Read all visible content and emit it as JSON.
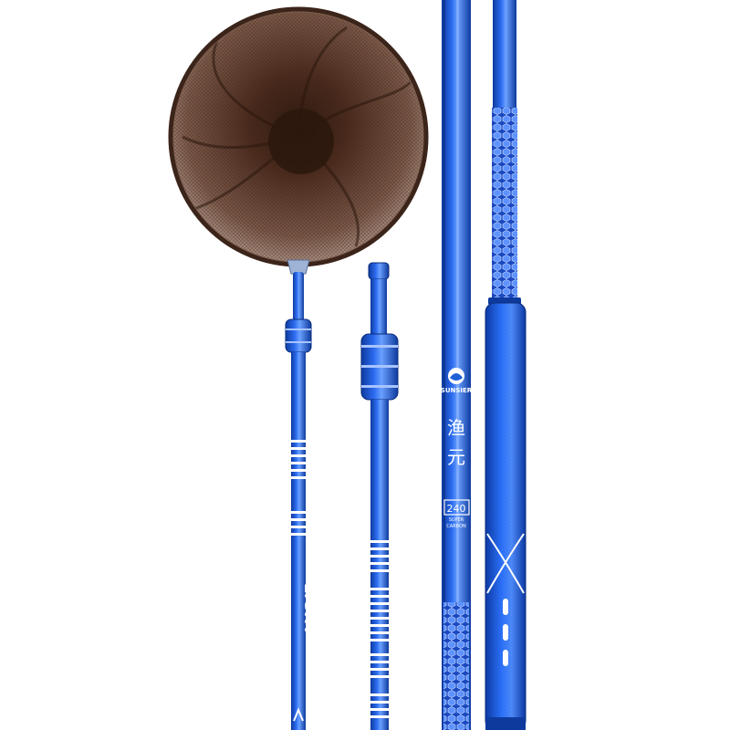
{
  "product": {
    "brand": "SUNSIER",
    "series_chars": [
      "渔",
      "元"
    ],
    "length_code": "240",
    "material_text_1": "SUPER",
    "material_text_2": "CARBON",
    "shaft_text": "LIGHT"
  },
  "colors": {
    "background": "#ffffff",
    "shaft_blue": "#1f5fd8",
    "shaft_blue_dark": "#0e3a9e",
    "shaft_blue_light": "#5d92ff",
    "net_brown": "#5a3524",
    "net_brown_dark": "#2e1a10",
    "ring_dark": "#3b241a",
    "metal": "#9fb3d6"
  },
  "icons": [
    "sunsier-logo-icon",
    "fish-logo-icon"
  ]
}
